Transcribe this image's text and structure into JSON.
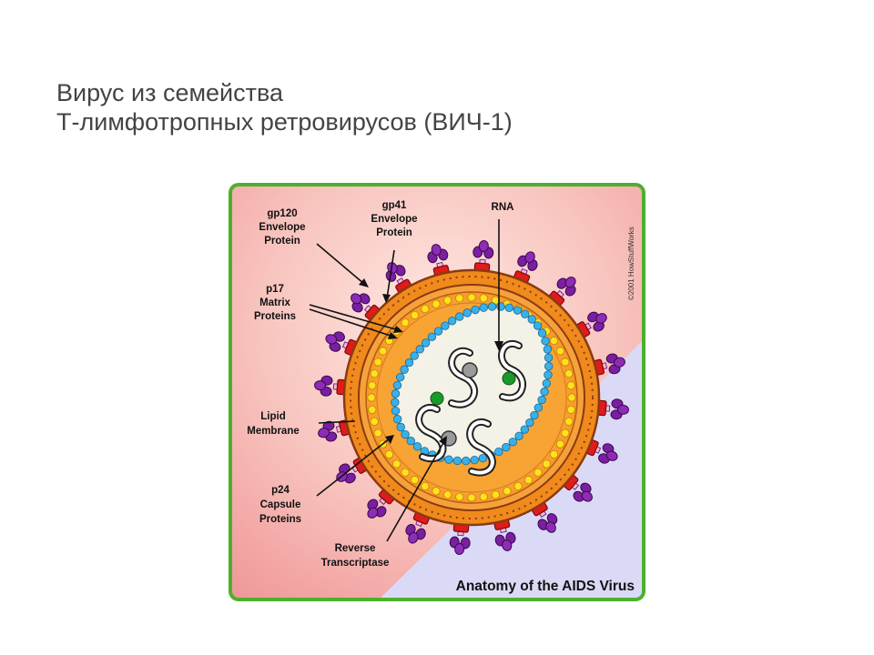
{
  "slide": {
    "title_line1": "Вирус из семейства",
    "title_line2": "Т-лимфотропных ретровирусов (ВИЧ-1)"
  },
  "figure": {
    "caption": "Anatomy of the AIDS Virus",
    "copyright": "©2001 HowStuffWorks",
    "labels": {
      "gp120": [
        "gp120",
        "Envelope",
        "Protein"
      ],
      "gp41": [
        "gp41",
        "Envelope",
        "Protein"
      ],
      "rna": [
        "RNA"
      ],
      "p17": [
        "p17",
        "Matrix",
        "Proteins"
      ],
      "lipid": [
        "Lipid",
        "Membrane"
      ],
      "p24": [
        "p24",
        "Capsule",
        "Proteins"
      ],
      "rt": [
        "Reverse",
        "Transcriptase"
      ]
    },
    "colors": {
      "border": "#4cb02c",
      "background_pink": "#f4a3a3",
      "background_lavender": "#d9d9f5",
      "lipid_membrane": "#f08a1c",
      "envelope_protein": "#e01b1b",
      "knob": "#7a1fa0",
      "matrix_dots": "#ffe21a",
      "capsid_dots": "#3ab0e8",
      "rna": "#222222",
      "reverse_transcriptase": "#9a9a9a",
      "protease_dots": "#1a9a2a"
    }
  }
}
